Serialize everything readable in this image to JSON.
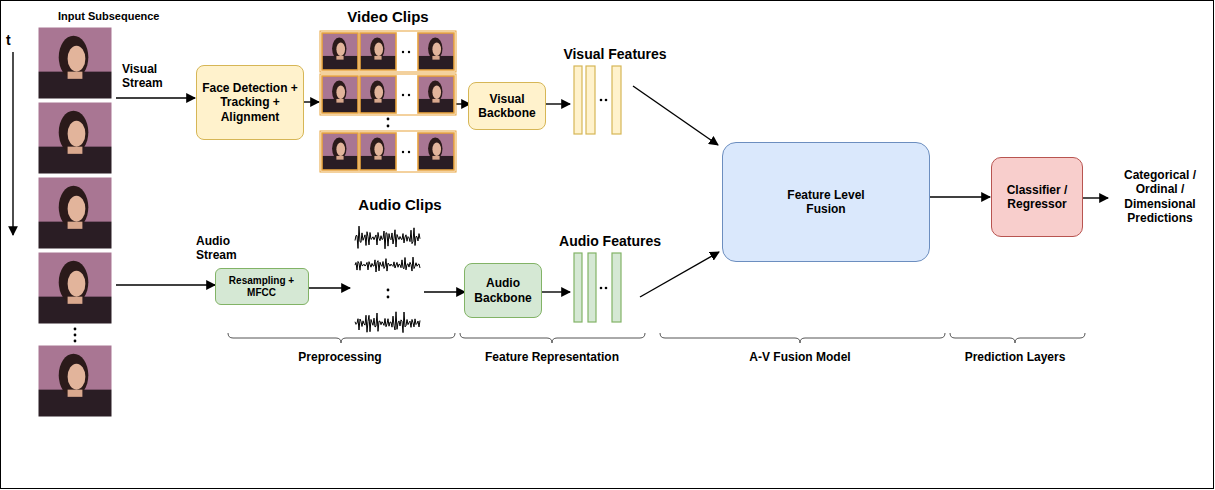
{
  "diagram": {
    "nodes": [
      {
        "text": [
          "Face Detection + Tracking + Alignment"
        ]
      },
      {
        "text": [
          "Visual Backbone"
        ]
      },
      {
        "text": [
          "Resampling + MFCC"
        ]
      },
      {
        "text": [
          "Audio Backbone"
        ]
      },
      {
        "text": [
          "Feature Level Fusion"
        ]
      },
      {
        "text": [
          "Classifier / Regressor"
        ]
      }
    ],
    "edges": [
      {
        "from": 4,
        "to": 5,
        "arrow": "to"
      }
    ],
    "labels": [
      "Input Subsequence",
      "t",
      "Visual Stream",
      "Video Clips",
      "Visual Features",
      "Audio Stream",
      "Audio Clips",
      "Audio Features",
      "Categorical / Ordinal / Dimensional Predictions",
      "Preprocessing",
      "Feature Representation",
      "A-V Fusion Model",
      "Prediction Layers"
    ]
  }
}
